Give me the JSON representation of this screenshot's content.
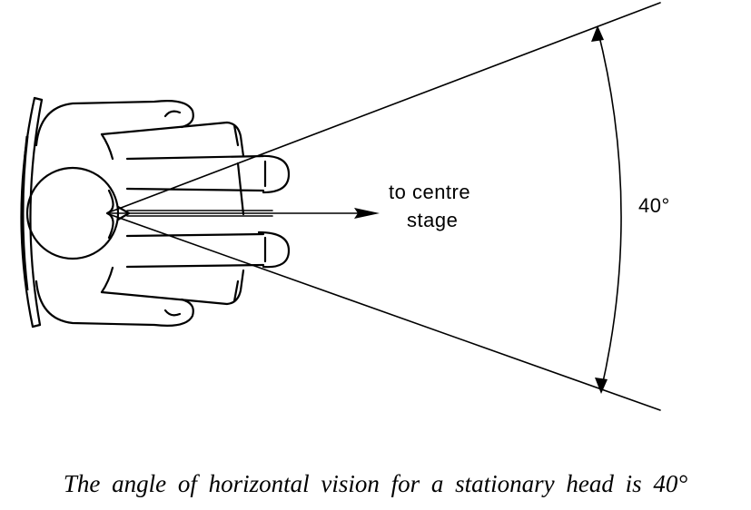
{
  "diagram": {
    "direction_label_line1": "to centre",
    "direction_label_line2": "stage",
    "angle_label": "40°",
    "angle_degrees": 40
  },
  "caption": "The angle of horizontal vision for a stationary head is 40°"
}
